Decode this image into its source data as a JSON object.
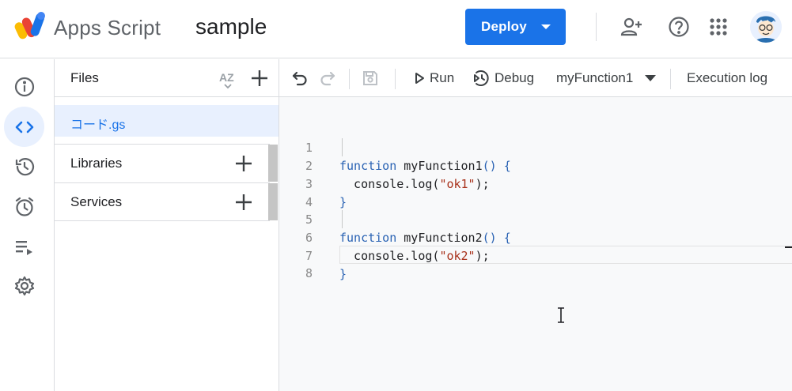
{
  "header": {
    "app_name": "Apps Script",
    "project_name": "sample",
    "deploy_label": "Deploy",
    "icons": [
      "add-person-icon",
      "help-icon",
      "apps-grid-icon",
      "avatar"
    ],
    "accent_color": "#1a73e8"
  },
  "rail": {
    "items": [
      "info-icon",
      "code-icon",
      "history-icon",
      "alarm-icon",
      "executions-icon",
      "settings-icon"
    ],
    "active": "code-icon"
  },
  "files_panel": {
    "title": "Files",
    "sort_icon_label": "AZ",
    "files": [
      {
        "name": "コード.gs"
      }
    ],
    "sections": [
      {
        "label": "Libraries"
      },
      {
        "label": "Services"
      }
    ]
  },
  "toolbar": {
    "run_label": "Run",
    "debug_label": "Debug",
    "function_select": "myFunction1",
    "execution_log_label": "Execution log"
  },
  "editor": {
    "lines": [
      {
        "num": "1",
        "kw": "function",
        "text": " myFunction1",
        "punct": "() {",
        "str": "",
        "tail": ""
      },
      {
        "num": "2",
        "kw": "",
        "text": "  console.log(",
        "punct": "",
        "str": "\"ok1\"",
        "tail": ");"
      },
      {
        "num": "3",
        "kw": "",
        "text": "",
        "punct": "}",
        "str": "",
        "tail": ""
      },
      {
        "num": "4",
        "kw": "",
        "text": "",
        "punct": "",
        "str": "",
        "tail": ""
      },
      {
        "num": "5",
        "kw": "function",
        "text": " myFunction2",
        "punct": "() {",
        "str": "",
        "tail": ""
      },
      {
        "num": "6",
        "kw": "",
        "text": "  console.log(",
        "punct": "",
        "str": "\"ok2\"",
        "tail": ");"
      },
      {
        "num": "7",
        "kw": "",
        "text": "",
        "punct": "}",
        "str": "",
        "tail": ""
      },
      {
        "num": "8",
        "kw": "",
        "text": "",
        "punct": "",
        "str": "",
        "tail": ""
      }
    ]
  }
}
